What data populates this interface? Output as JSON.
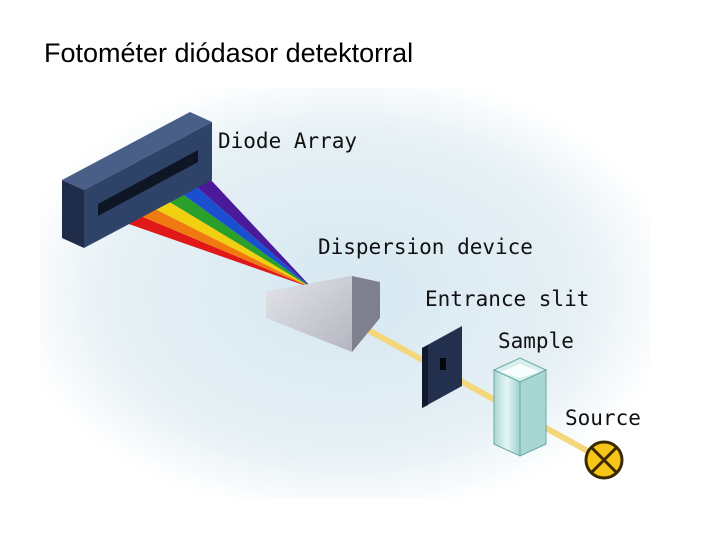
{
  "slide": {
    "title": "Fotométer diódasor detektorral"
  },
  "diagram": {
    "labels": {
      "diode_array": "Diode Array",
      "dispersion_device": "Dispersion device",
      "entrance_slit": "Entrance slit",
      "sample": "Sample",
      "source": "Source"
    },
    "colors": {
      "background_glow": "#cfe3ee",
      "detector_body": "#2f4368",
      "detector_edge": "#1a2740",
      "prism_face": "#c9c9d2",
      "prism_side": "#8c8c9a",
      "slit_plate": "#23314e",
      "light_beam": "#f3d77a",
      "cuvette": "#bfe3e0",
      "source_fill": "#f5c518",
      "source_outline": "#3a2a00"
    },
    "spectrum_colors": [
      "#e01818",
      "#f07a10",
      "#f0d010",
      "#2aa02a",
      "#1a4fd0",
      "#4b1a9a"
    ]
  }
}
